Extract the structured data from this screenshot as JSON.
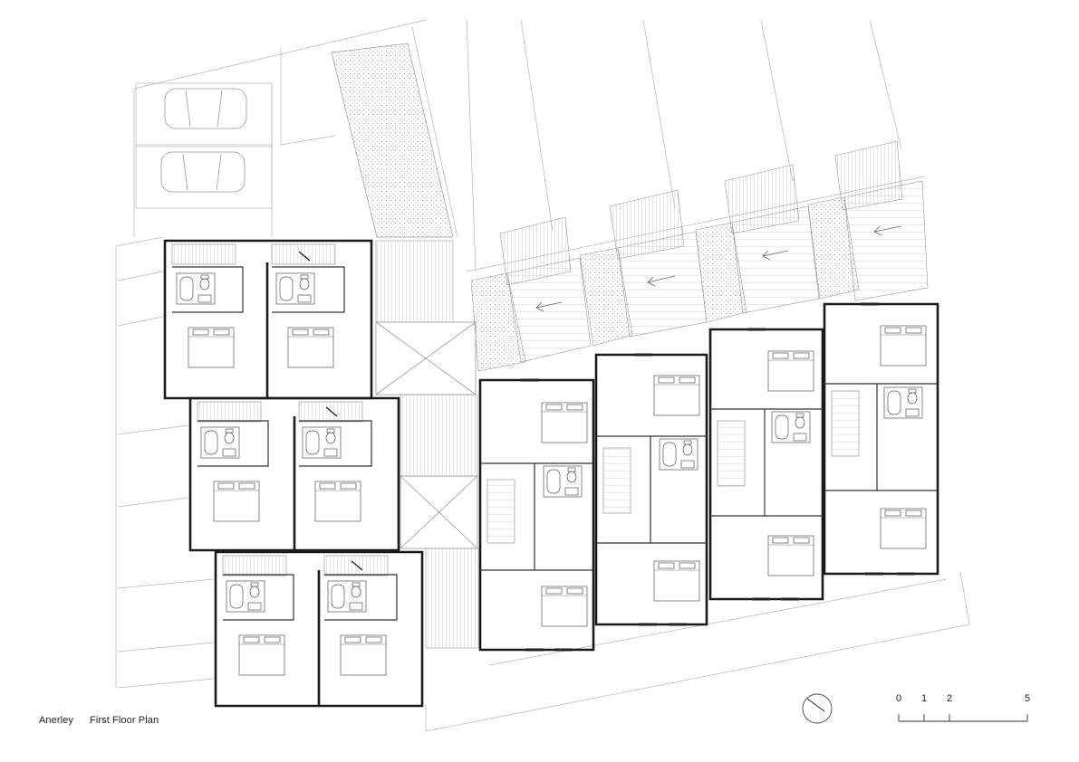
{
  "caption": {
    "project": "Anerley",
    "title": "First Floor Plan"
  },
  "scale_bar": {
    "labels": [
      "0",
      "1",
      "2",
      "5"
    ]
  },
  "colors": {
    "wall": "#1a1a1a",
    "linework": "#9a9a9a",
    "background": "#ffffff"
  },
  "icons": {
    "north_arrow": "north-arrow-icon"
  }
}
